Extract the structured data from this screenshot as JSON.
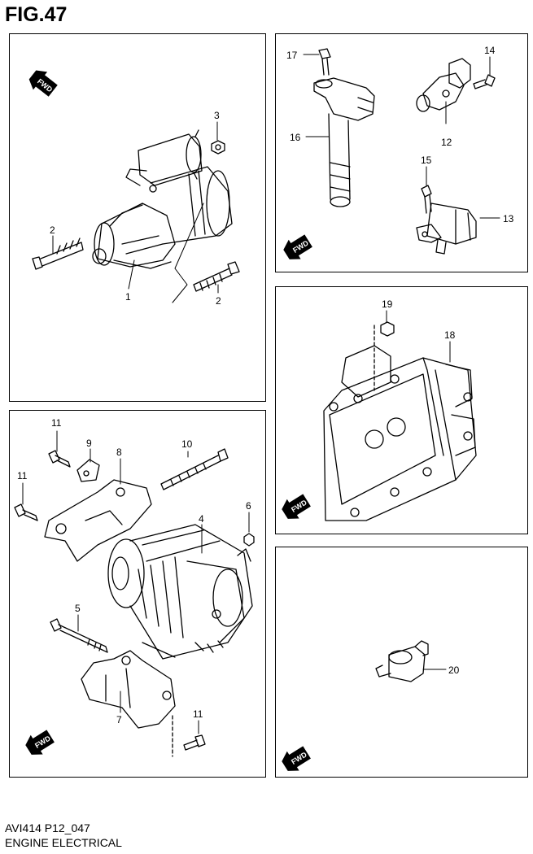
{
  "figure": {
    "title": "FIG.47"
  },
  "fwd_label": "FWD",
  "callouts": {
    "p1": "1",
    "p2a": "2",
    "p2b": "2",
    "p3": "3",
    "p4": "4",
    "p5": "5",
    "p6": "6",
    "p7": "7",
    "p8": "8",
    "p9": "9",
    "p10": "10",
    "p11a": "11",
    "p11b": "11",
    "p11c": "11",
    "p12": "12",
    "p13": "13",
    "p14": "14",
    "p15": "15",
    "p16": "16",
    "p17": "17",
    "p18": "18",
    "p19": "19",
    "p20": "20"
  },
  "footer": {
    "code": "AVI414 P12_047",
    "section": "ENGINE ELECTRICAL"
  }
}
